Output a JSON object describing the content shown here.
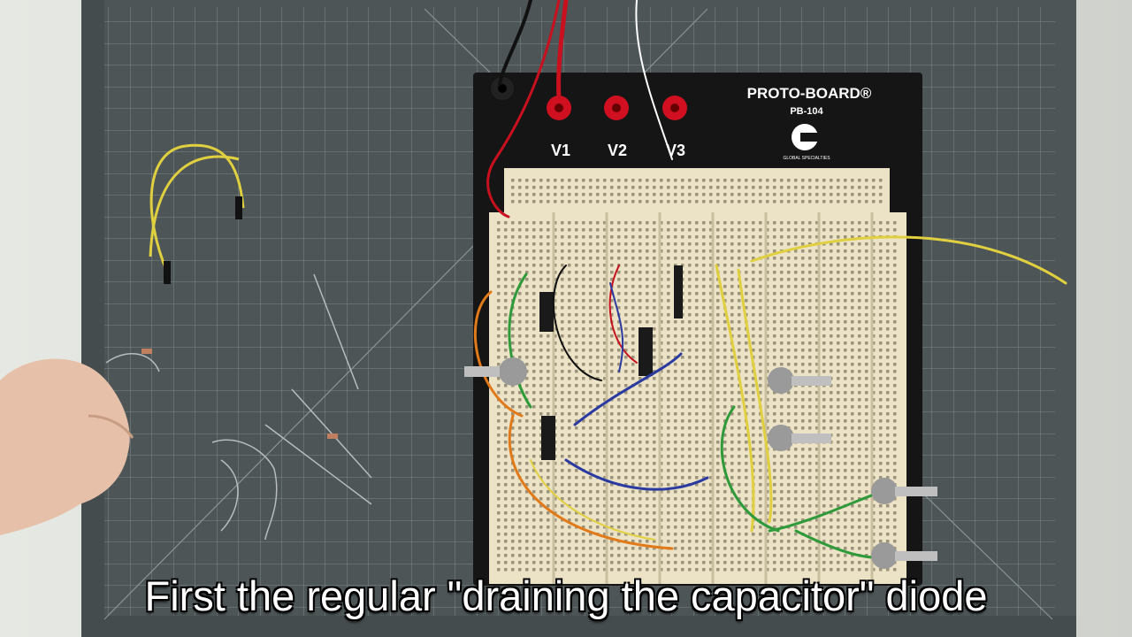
{
  "board": {
    "brand": "PROTO-BOARD®",
    "model": "PB-104",
    "maker": "GLOBAL SPECIALTIES",
    "terminals": [
      "V1",
      "V2",
      "V3"
    ]
  },
  "caption": "First the regular \"draining the capacitor\" diode",
  "colors": {
    "mat": "#4d5557",
    "breadboard": "#ece3c6",
    "board_base": "#151515",
    "terminal_red": "#d01020"
  }
}
